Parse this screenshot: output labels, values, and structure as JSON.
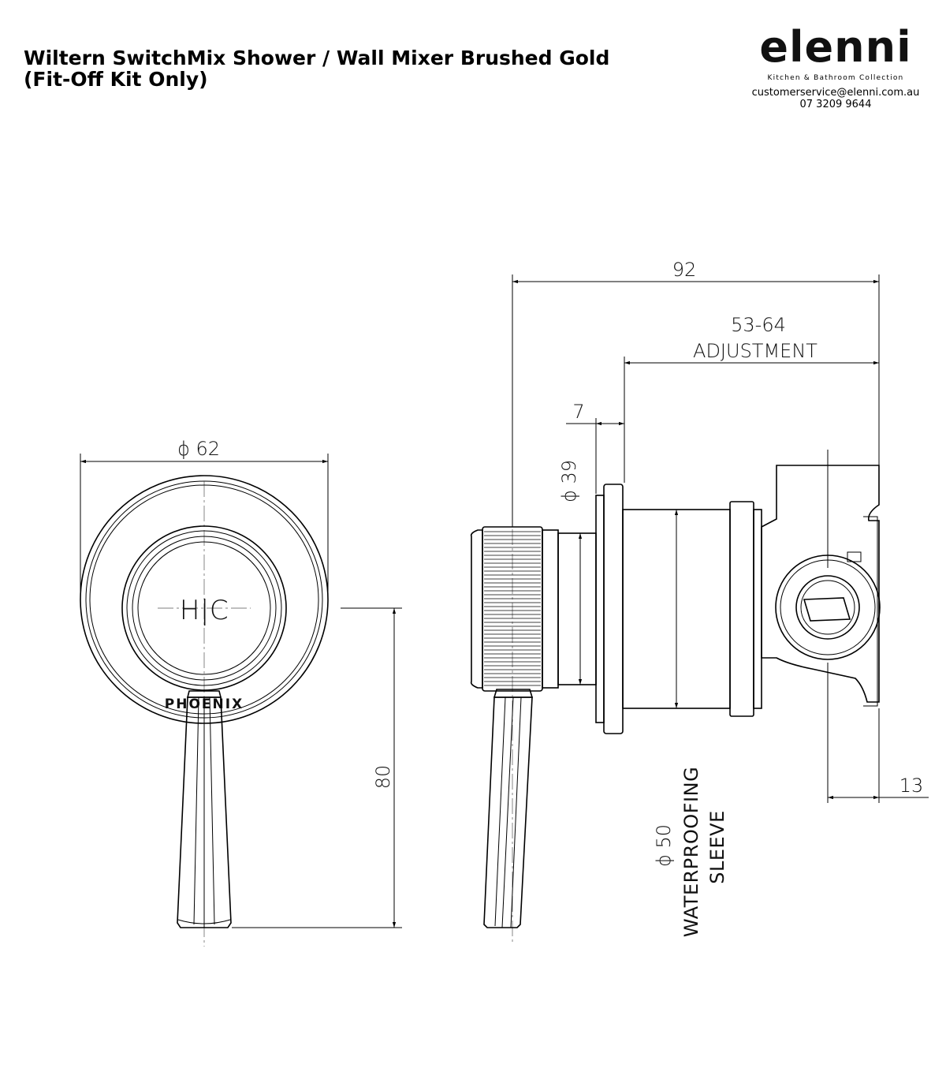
{
  "header": {
    "title_line1": "Wiltern SwitchMix Shower / Wall Mixer Brushed Gold",
    "title_line2": "(Fit-Off Kit Only)"
  },
  "brand": {
    "logo": "elenni",
    "tagline": "Kitchen & Bathroom Collection",
    "email": "customerservice@elenni.com.au",
    "phone": "07 3209 9644"
  },
  "drawing": {
    "front_view": {
      "dia_label": "ϕ 62",
      "height_label": "80",
      "hot_cold_mark": "H|C",
      "maker_mark": "PHOENIX"
    },
    "side_view": {
      "overall_label": "92",
      "adjust_value": "53-64",
      "adjust_text": "ADJUSTMENT",
      "seven_label": "7",
      "dia39_label": "ϕ 39",
      "dia50_label": "ϕ 50",
      "sleeve_line1": "WATERPROOFING",
      "sleeve_line2": "SLEEVE",
      "thirteen_label": "13"
    }
  }
}
